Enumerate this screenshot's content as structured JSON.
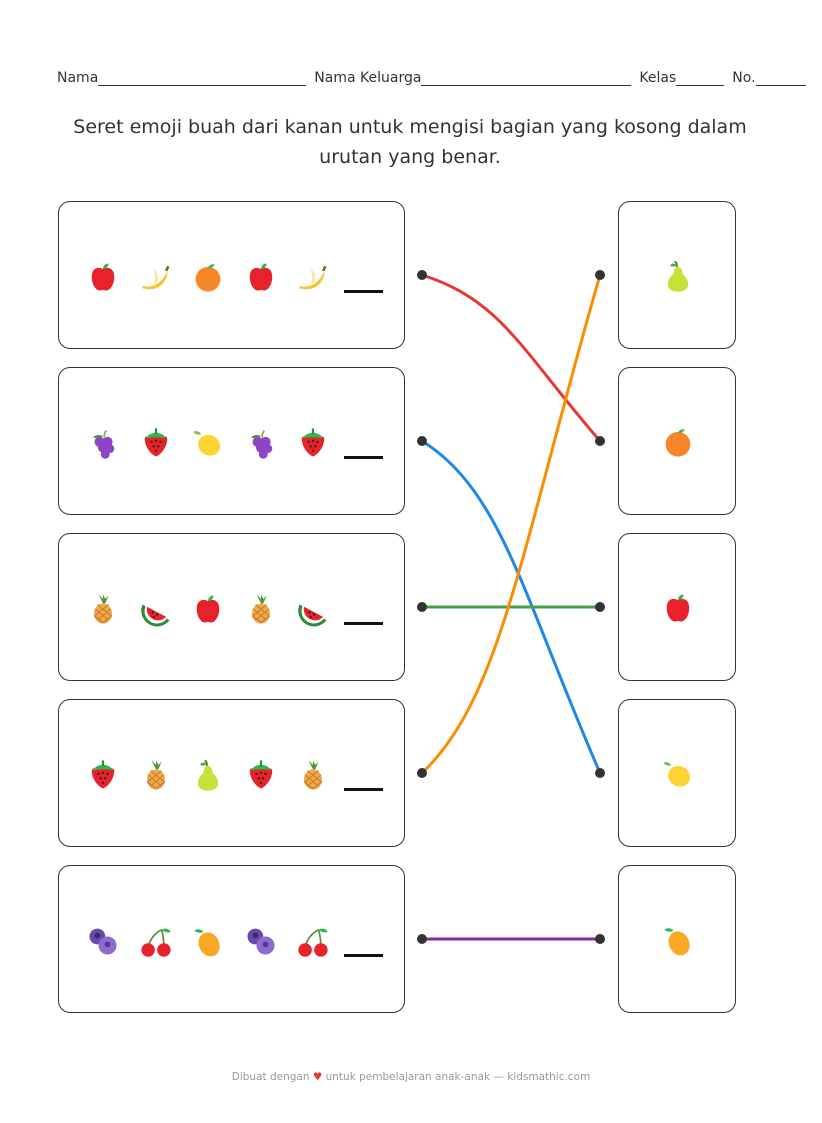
{
  "header": {
    "name_label": "Nama",
    "family_label": "Nama Keluarga",
    "class_label": "Kelas",
    "number_label": "No."
  },
  "instruction": "Seret emoji buah dari kanan untuk mengisi bagian yang kosong dalam urutan yang benar.",
  "rows": [
    {
      "sequence": [
        "apple",
        "banana",
        "orange",
        "apple",
        "banana"
      ]
    },
    {
      "sequence": [
        "grapes",
        "strawberry",
        "lemon",
        "grapes",
        "strawberry"
      ]
    },
    {
      "sequence": [
        "pineapple",
        "watermelon",
        "apple",
        "pineapple",
        "watermelon"
      ]
    },
    {
      "sequence": [
        "strawberry",
        "pineapple",
        "pear",
        "strawberry",
        "pineapple"
      ]
    },
    {
      "sequence": [
        "blueberries",
        "cherries",
        "mango",
        "blueberries",
        "cherries"
      ]
    }
  ],
  "options": [
    "pear",
    "orange",
    "apple",
    "lemon",
    "mango"
  ],
  "connections": [
    {
      "from": 1,
      "to": 2,
      "color": "#e53935"
    },
    {
      "from": 2,
      "to": 4,
      "color": "#1e88e5"
    },
    {
      "from": 3,
      "to": 3,
      "color": "#43a047"
    },
    {
      "from": 4,
      "to": 1,
      "color": "#fb8c00"
    },
    {
      "from": 5,
      "to": 5,
      "color": "#8e24aa"
    }
  ],
  "footer": {
    "before": "Dibuat dengan",
    "heart_icon": "heart-icon",
    "after": "untuk pembelajaran anak-anak — kidsmathic.com"
  }
}
